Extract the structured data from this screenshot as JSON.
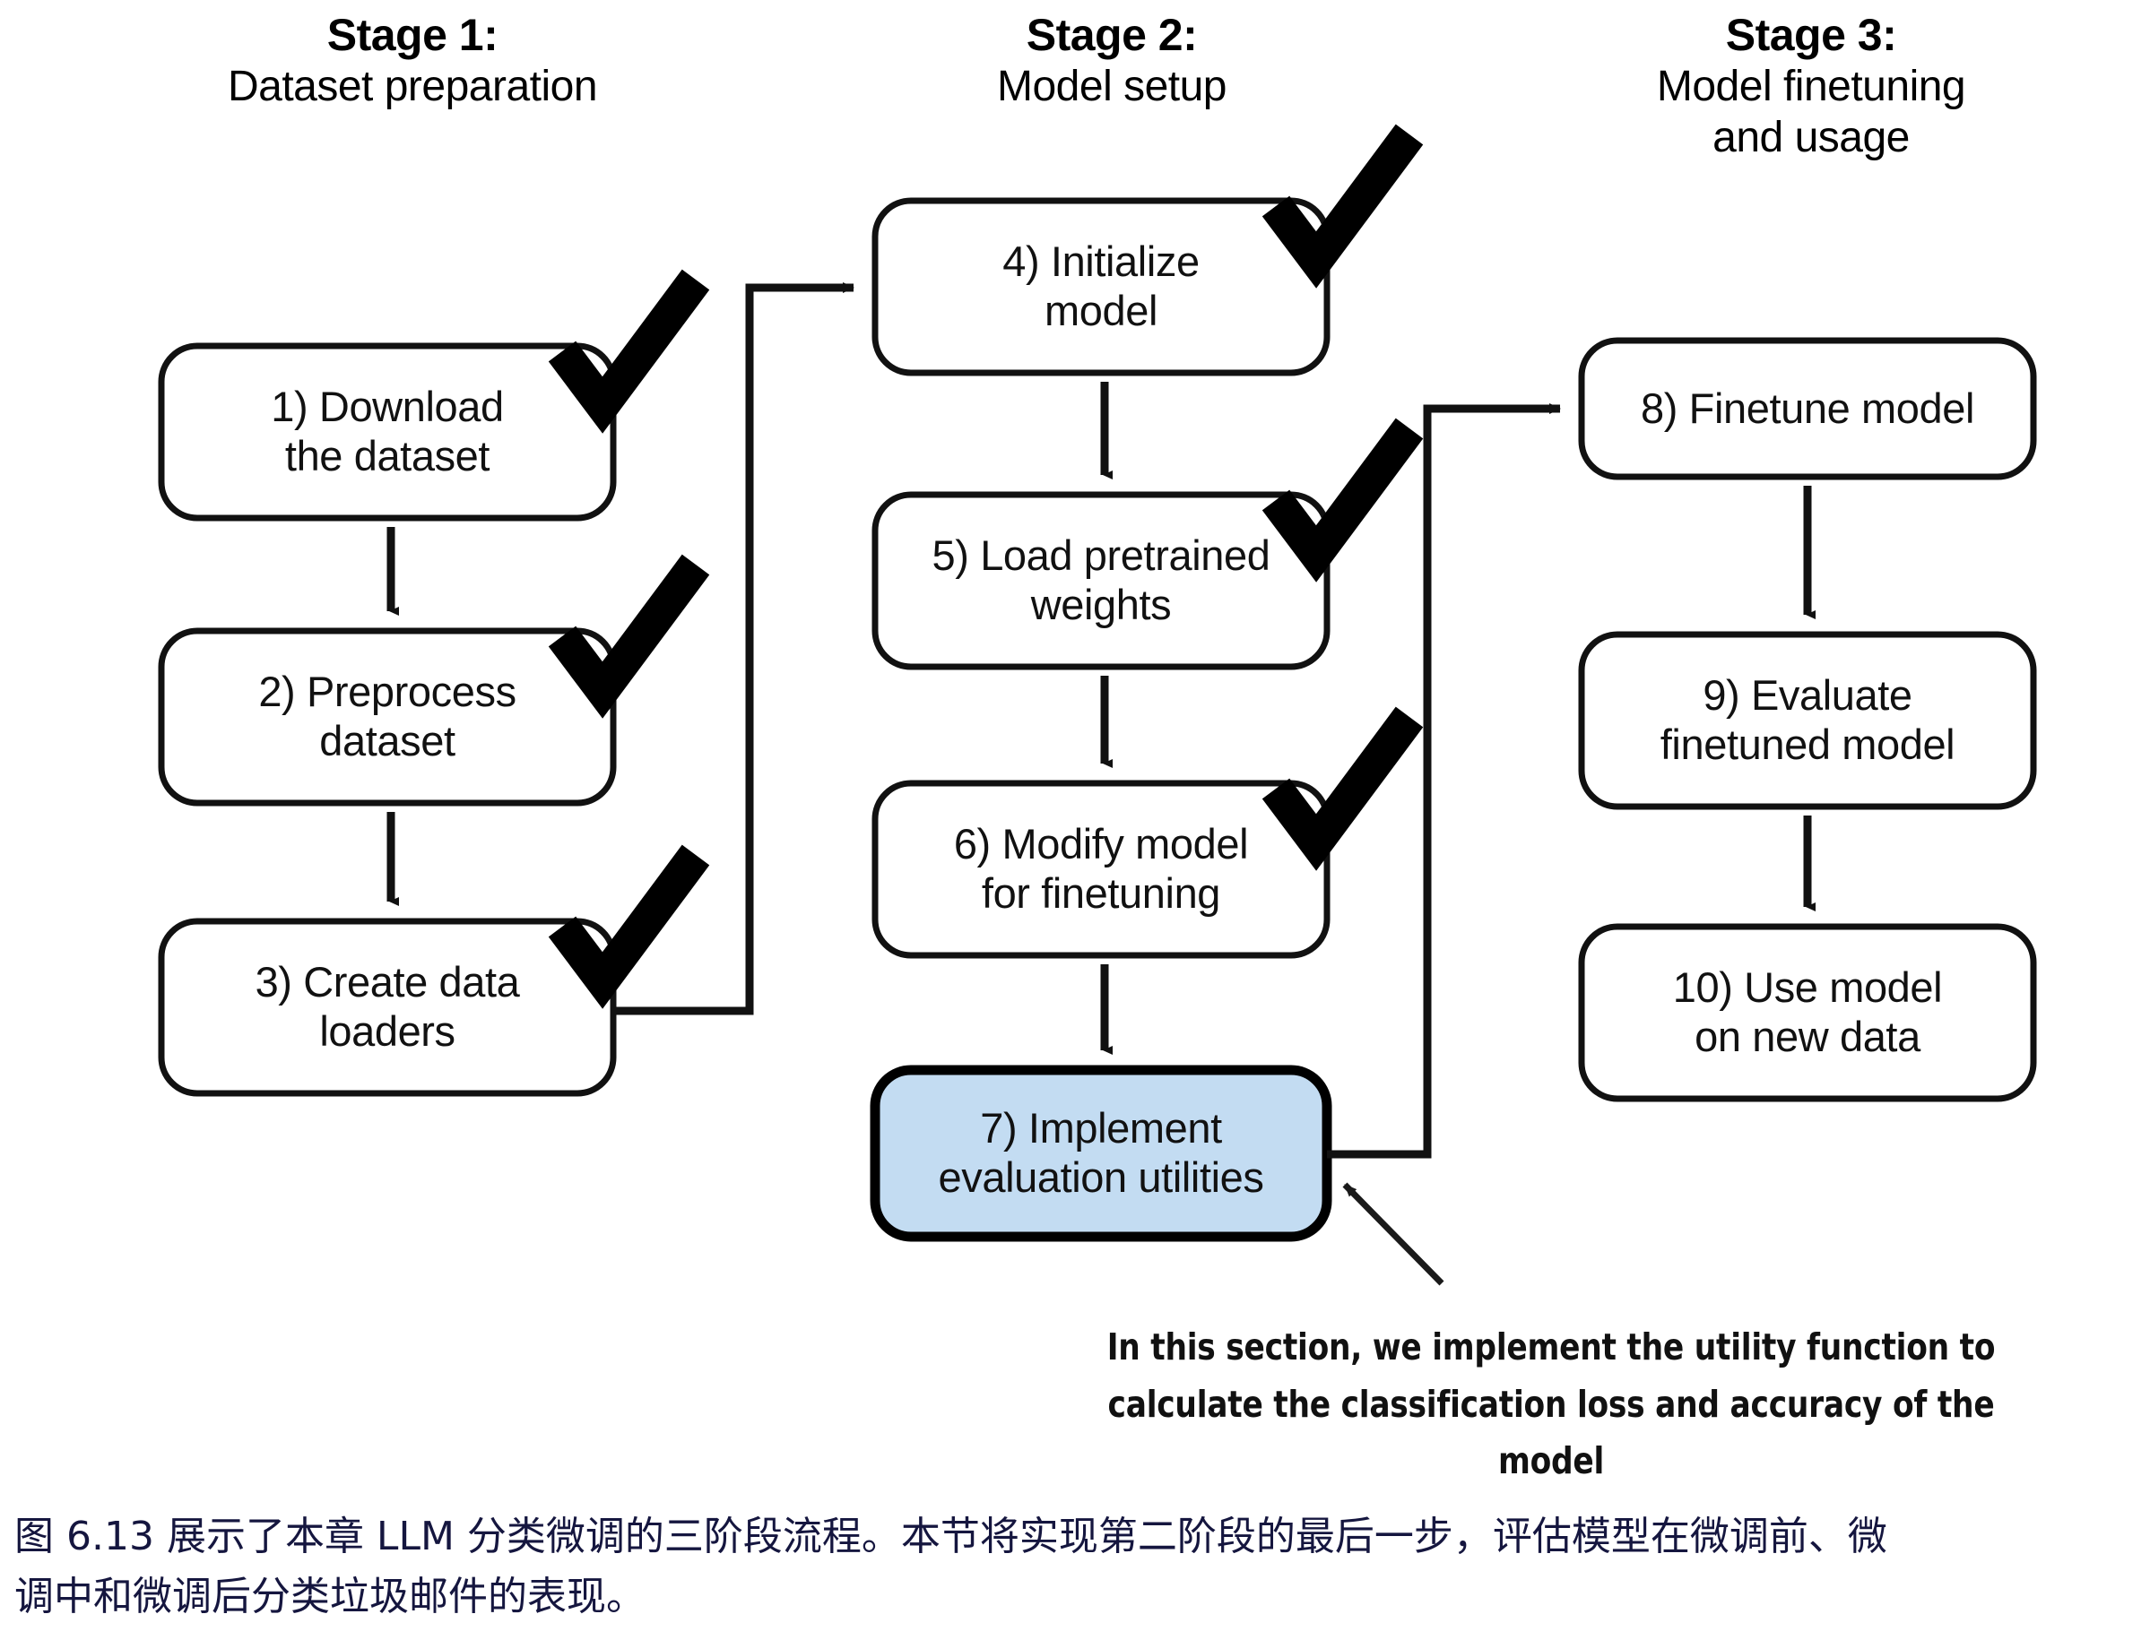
{
  "figure": {
    "title_number": "6.13",
    "highlight_color": "#c3dcf2",
    "box_border_color": "#111111",
    "caption_color": "#15163f"
  },
  "stages": [
    {
      "title": "Stage 1:",
      "subtitle": "Dataset preparation"
    },
    {
      "title": "Stage 2:",
      "subtitle": "Model setup"
    },
    {
      "title": "Stage 3:",
      "subtitle": "Model finetuning\nand usage"
    }
  ],
  "nodes": [
    {
      "id": "n1",
      "line1": "1) Download",
      "line2": "the dataset",
      "stage": 1,
      "checked": true,
      "highlighted": false
    },
    {
      "id": "n2",
      "line1": "2) Preprocess",
      "line2": "dataset",
      "stage": 1,
      "checked": true,
      "highlighted": false
    },
    {
      "id": "n3",
      "line1": "3) Create data",
      "line2": "loaders",
      "stage": 1,
      "checked": true,
      "highlighted": false
    },
    {
      "id": "n4",
      "line1": "4) Initialize",
      "line2": "model",
      "stage": 2,
      "checked": true,
      "highlighted": false
    },
    {
      "id": "n5",
      "line1": "5) Load pretrained",
      "line2": "weights",
      "stage": 2,
      "checked": true,
      "highlighted": false
    },
    {
      "id": "n6",
      "line1": "6) Modify model",
      "line2": "for finetuning",
      "stage": 2,
      "checked": true,
      "highlighted": false
    },
    {
      "id": "n7",
      "line1": "7) Implement",
      "line2": "evaluation utilities",
      "stage": 2,
      "checked": false,
      "highlighted": true
    },
    {
      "id": "n8",
      "line1": "8) Finetune model",
      "line2": "",
      "stage": 3,
      "checked": false,
      "highlighted": false
    },
    {
      "id": "n9",
      "line1": "9) Evaluate",
      "line2": "finetuned model",
      "stage": 3,
      "checked": false,
      "highlighted": false
    },
    {
      "id": "n10",
      "line1": "10) Use model",
      "line2": "on new data",
      "stage": 3,
      "checked": false,
      "highlighted": false
    }
  ],
  "annotation": {
    "line1": "In this section, we implement the utility function to",
    "line2": "calculate the classification loss and accuracy of the model"
  },
  "caption": {
    "line1": "图 6.13 展示了本章 LLM 分类微调的三阶段流程。本节将实现第二阶段的最后一步，评估模型在微调前、微",
    "line2": "调中和微调后分类垃圾邮件的表现。"
  }
}
